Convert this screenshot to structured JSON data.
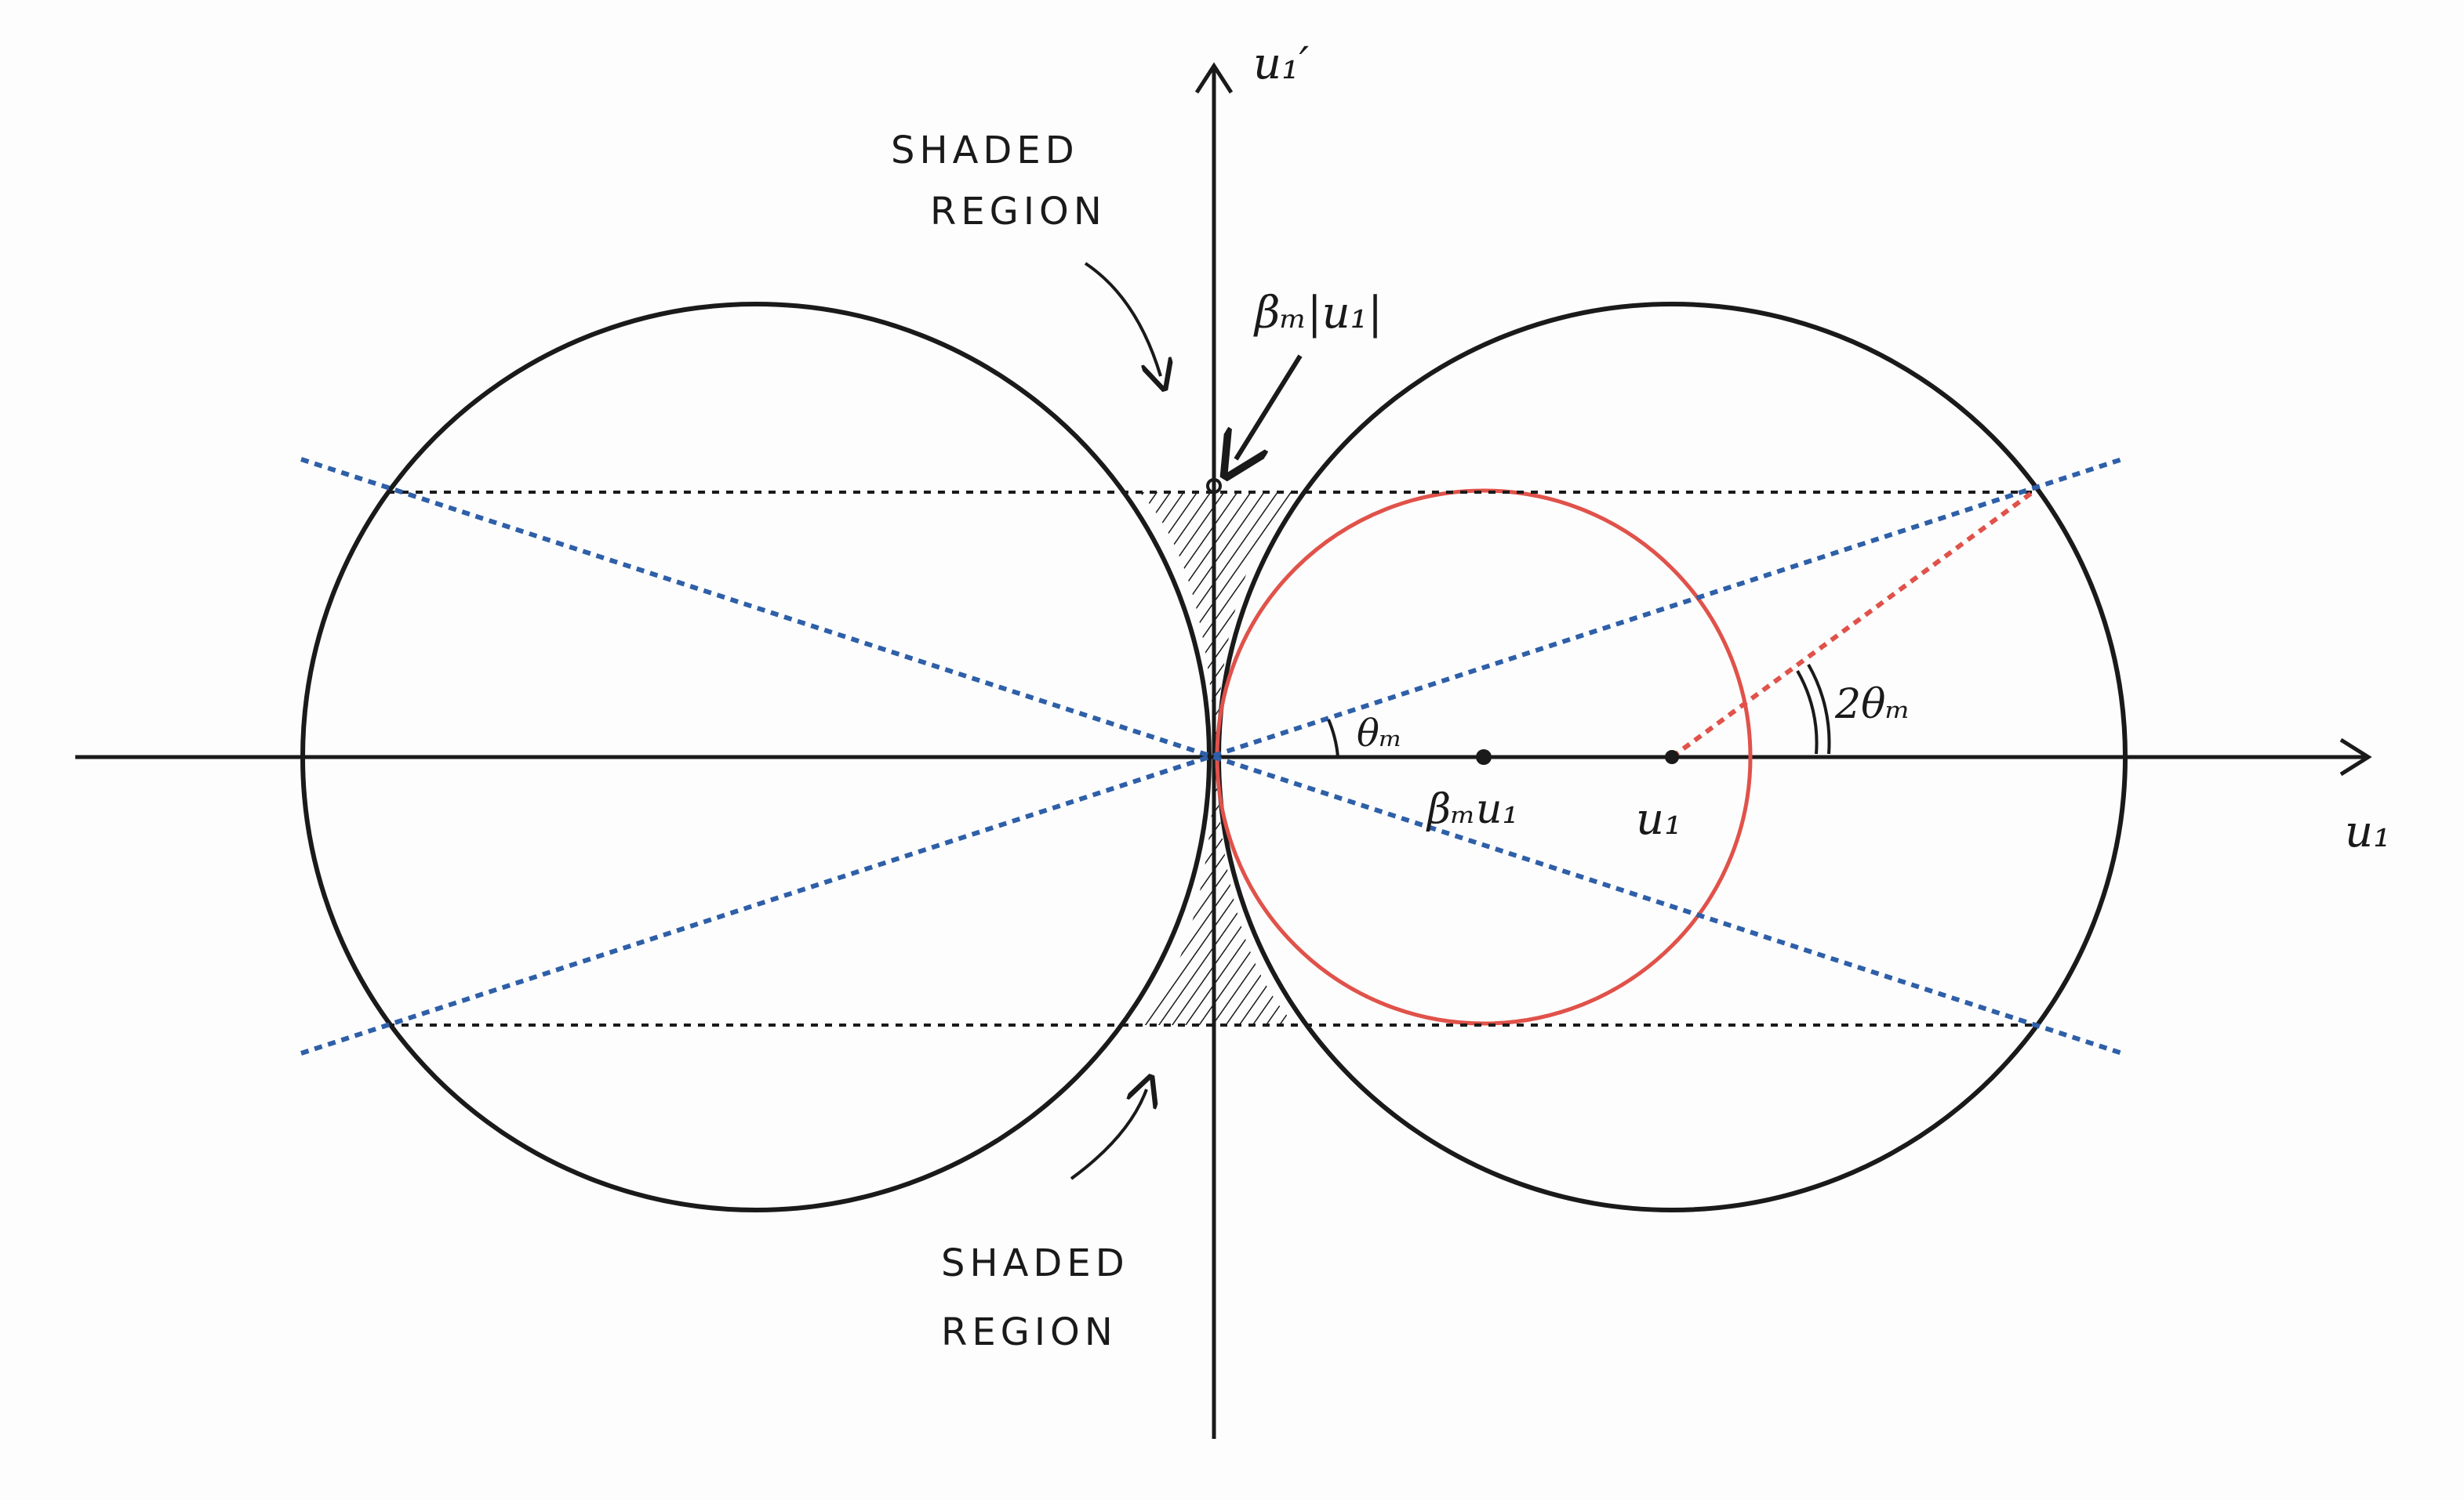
{
  "labels": {
    "y_axis": "u₁′",
    "x_axis": "u₁",
    "top_marker": "βₘ|u₁|",
    "center_small": "βₘu₁",
    "center_big": "u₁",
    "angle_small": "θₘ",
    "angle_big": "2θₘ",
    "shaded_top_line1": "SHADED",
    "shaded_top_line2": "REGION",
    "shaded_bottom_line1": "SHADED",
    "shaded_bottom_line2": "REGION"
  },
  "colors": {
    "ink": "#1a1a1a",
    "red_circle": "#e0524a",
    "blue_dotted": "#2e5fa8",
    "red_dotted": "#e0524a"
  }
}
